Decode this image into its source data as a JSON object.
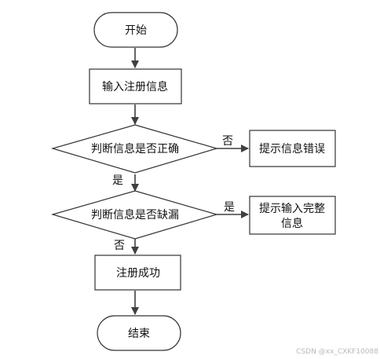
{
  "diagram": {
    "nodes": {
      "start": {
        "label": "开始",
        "shape": "terminator"
      },
      "input": {
        "label": "输入注册信息",
        "shape": "process"
      },
      "check_correct": {
        "label": "判断信息是否正确",
        "shape": "decision"
      },
      "error_prompt": {
        "label": "提示信息错误",
        "shape": "process"
      },
      "check_missing": {
        "label": "判断信息是否缺漏",
        "shape": "decision"
      },
      "complete_prompt": {
        "lines": [
          "提示输入完整",
          "信息"
        ],
        "shape": "process"
      },
      "success": {
        "label": "注册成功",
        "shape": "process"
      },
      "end": {
        "label": "结束",
        "shape": "terminator"
      }
    },
    "edges": {
      "correct_no": {
        "label": "否"
      },
      "correct_yes": {
        "label": "是"
      },
      "missing_yes": {
        "label": "是"
      },
      "missing_no": {
        "label": "否"
      }
    },
    "colors": {
      "fill": "#ffffff",
      "stroke": "#333333",
      "arrow": "#404040",
      "text": "#111111"
    }
  },
  "watermark": {
    "text": "CSDN @xx_CXKF10088"
  }
}
